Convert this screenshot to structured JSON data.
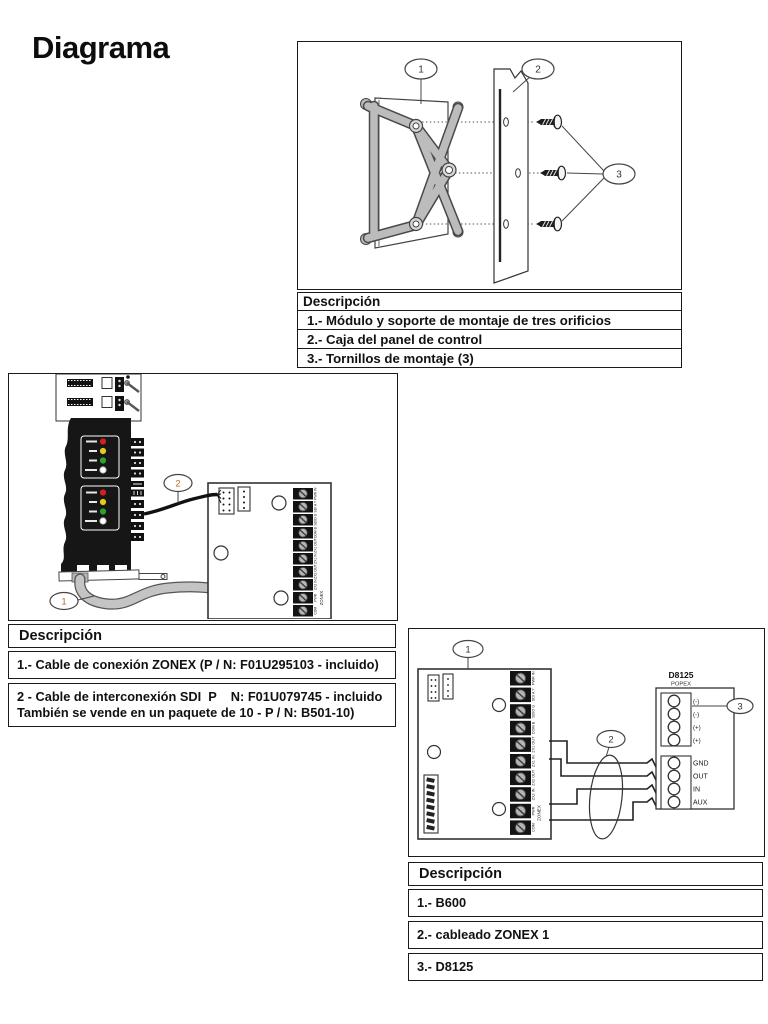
{
  "page": {
    "title": "Diagrama"
  },
  "panelA": {
    "callout1": "1",
    "callout2": "2",
    "callout3": "3",
    "table": {
      "header": "Descripción",
      "rows": [
        "1.- Módulo y soporte de montaje de tres orificios",
        "2.- Caja del panel de control",
        "3.- Tornillos de montaje (3)"
      ]
    }
  },
  "panelB": {
    "callout1": "1",
    "callout2": "2",
    "module": {
      "led_colors": [
        "#d21f1f",
        "#e6c81e",
        "#2da32d",
        "#ffffff"
      ]
    },
    "board": {
      "terminal_labels": [
        "PWR IN",
        "SDI A Y",
        "SDIO G",
        "COM B",
        "ZX1 OUT",
        "ZX1 IN",
        "ZX2 OUT",
        "ZX2 IN",
        "PWR",
        "COM"
      ],
      "group_label": "ZONEX"
    },
    "table": {
      "header": "Descripción",
      "row1": "1.- Cable de conexión ZONEX (P / N: F01U295103 - incluido)",
      "row2_line1": "2 - Cable de interconexión SDI  P    N: F01U079745 - incluido",
      "row2_line2": "También se vende en un paquete de 10 - P / N: B501-10)"
    }
  },
  "panelC": {
    "callout1": "1",
    "callout2": "2",
    "callout3": "3",
    "board": {
      "terminal_labels": [
        "PWR IN",
        "SDI A Y",
        "SDIO G",
        "COM B",
        "ZX1 OUT",
        "ZX1 IN",
        "ZX2 OUT",
        "ZX2 IN",
        "PWR",
        "COM"
      ],
      "group_label": "ZONEX"
    },
    "d8125": {
      "title": "D8125",
      "subtitle": "POPEX",
      "terminals_top": [
        "(-)",
        "(-)",
        "(+)",
        "(+)"
      ],
      "terminals_bottom": [
        "GND",
        "OUT",
        "IN",
        "AUX"
      ]
    },
    "table": {
      "header": "Descripción",
      "rows": [
        "1.- B600",
        "2.- cableado ZONEX 1",
        "3.- D8125"
      ]
    }
  }
}
